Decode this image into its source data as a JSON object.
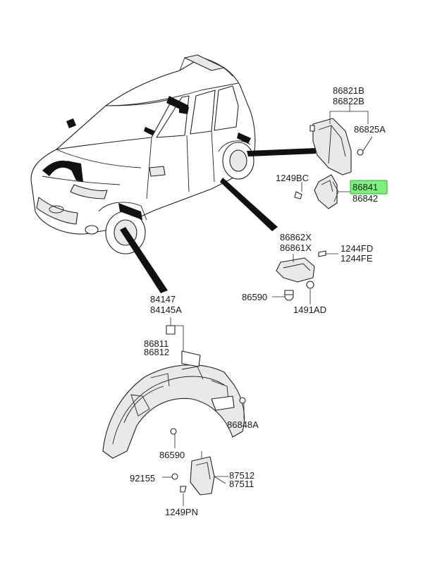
{
  "labels": {
    "l86821B": "86821B",
    "l86822B": "86822B",
    "l86825A": "86825A",
    "l1249BC": "1249BC",
    "l86841": "86841",
    "l86842": "86842",
    "l86862X": "86862X",
    "l86861X": "86861X",
    "l1244FD": "1244FD",
    "l1244FE": "1244FE",
    "l86590a": "86590",
    "l1491AD": "1491AD",
    "l84147": "84147",
    "l84145A": "84145A",
    "l86811": "86811",
    "l86812": "86812",
    "l86848A": "86848A",
    "l86590b": "86590",
    "l87512": "87512",
    "l87511": "87511",
    "l92155": "92155",
    "l1249PN": "1249PN"
  },
  "highlight": {
    "part_number": "86841",
    "color": "#7cf27c"
  }
}
